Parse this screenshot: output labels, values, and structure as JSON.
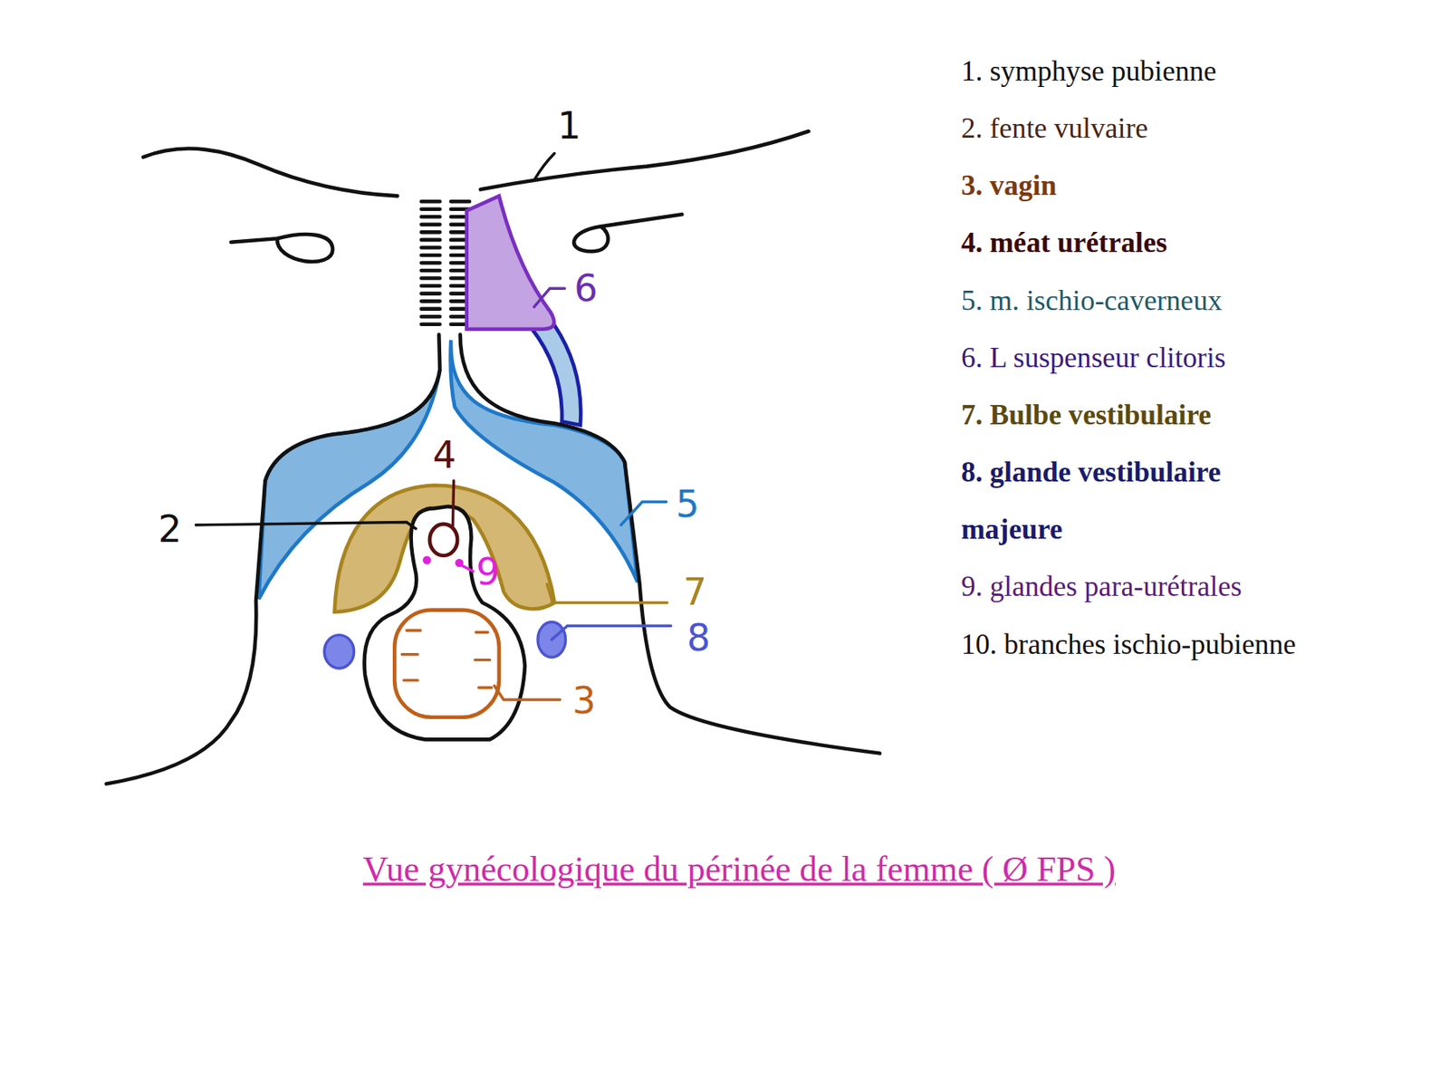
{
  "diagram": {
    "caption": "Vue gynécologique du périnée de la femme ( Ø FPS )",
    "labels": [
      "1",
      "6",
      "5",
      "4",
      "2",
      "9",
      "7",
      "8",
      "3",
      "1. symphyse pubienne",
      "2. fente vulvaire",
      "3. vagin",
      "4. méat urétrales",
      "5. m. ischio-caverneux",
      "6. L suspenseur clitoris",
      "7. Bulbe vestibulaire",
      "8. glande vestibulaire majeure",
      "9. glandes para-urétrales",
      "10. branches ischio-pubienne"
    ]
  }
}
